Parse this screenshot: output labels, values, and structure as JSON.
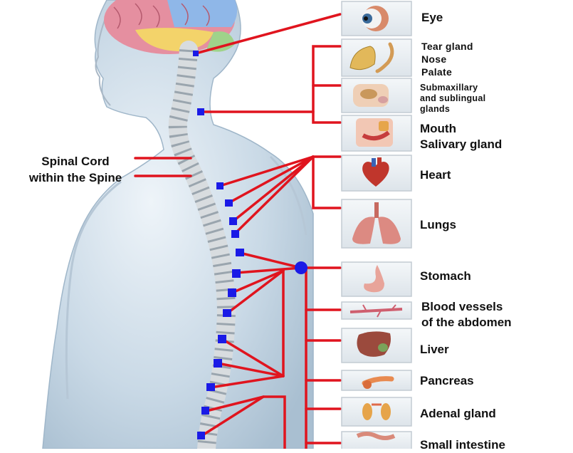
{
  "spinal_label": {
    "line1": "Spinal Cord",
    "line2": "within the Spine"
  },
  "organs": [
    {
      "id": "eye",
      "icon": "eye-icon",
      "lines": [
        "Eye"
      ]
    },
    {
      "id": "tear",
      "icon": "tear-gland-icon",
      "lines": [
        "Tear gland",
        "Nose",
        "Palate"
      ]
    },
    {
      "id": "submax",
      "icon": "submaxillary-gland-icon",
      "lines": [
        "Submaxillary",
        "and sublingual",
        "glands"
      ]
    },
    {
      "id": "mouth",
      "icon": "mouth-icon",
      "lines": [
        "Mouth",
        "Salivary gland"
      ]
    },
    {
      "id": "heart",
      "icon": "heart-icon",
      "lines": [
        "Heart"
      ]
    },
    {
      "id": "lungs",
      "icon": "lungs-icon",
      "lines": [
        "Lungs"
      ]
    },
    {
      "id": "stomach",
      "icon": "stomach-icon",
      "lines": [
        "Stomach"
      ]
    },
    {
      "id": "vessels",
      "icon": "blood-vessel-icon",
      "lines": [
        "Blood vessels",
        "of the abdomen"
      ]
    },
    {
      "id": "liver",
      "icon": "liver-icon",
      "lines": [
        "Liver"
      ]
    },
    {
      "id": "pancreas",
      "icon": "pancreas-icon",
      "lines": [
        "Pancreas"
      ]
    },
    {
      "id": "adrenal",
      "icon": "adrenal-gland-icon",
      "lines": [
        "Adenal gland"
      ]
    },
    {
      "id": "intestine",
      "icon": "small-intestine-icon",
      "lines": [
        "Small intestine"
      ]
    }
  ],
  "colors": {
    "connector": "#e0141e",
    "node": "#1a1ae6",
    "panel": "#e9eef2",
    "body": "#cfdde8"
  }
}
